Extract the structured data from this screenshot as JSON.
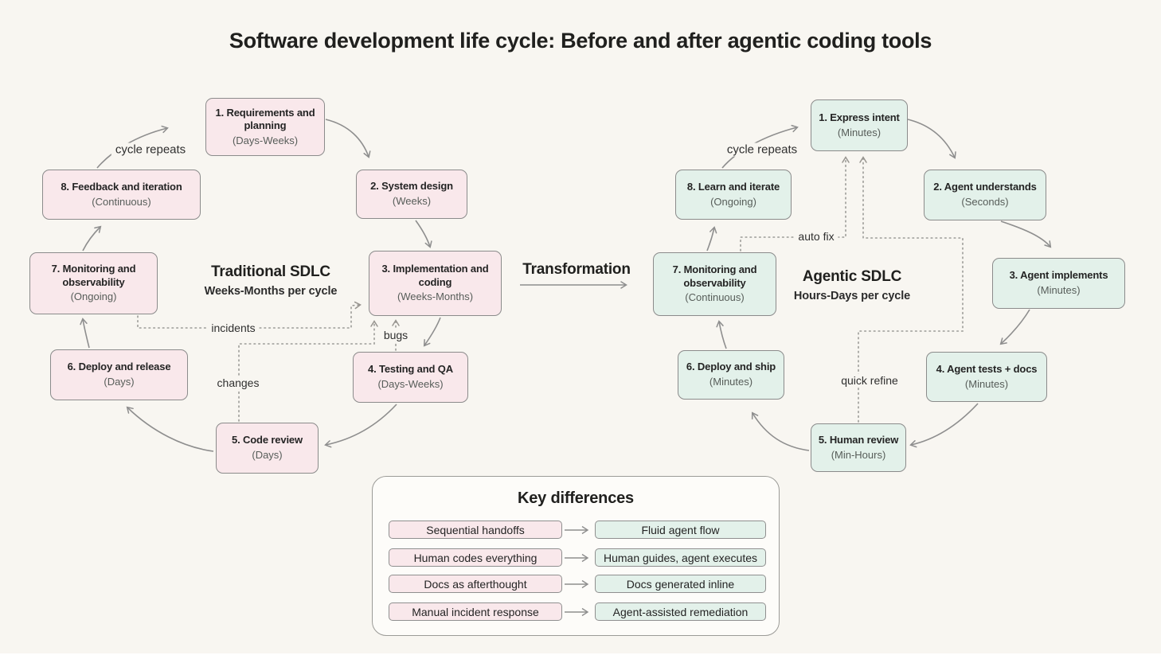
{
  "title": "Software development life cycle: Before and after agentic coding tools",
  "transformation_label": "Transformation",
  "traditional": {
    "title": "Traditional SDLC",
    "subtitle": "Weeks-Months per cycle",
    "cycle_label": "cycle repeats",
    "nodes": [
      {
        "title": "1. Requirements and planning",
        "duration": "(Days-Weeks)"
      },
      {
        "title": "2. System design",
        "duration": "(Weeks)"
      },
      {
        "title": "3. Implementation and coding",
        "duration": "(Weeks-Months)"
      },
      {
        "title": "4. Testing and QA",
        "duration": "(Days-Weeks)"
      },
      {
        "title": "5. Code review",
        "duration": "(Days)"
      },
      {
        "title": "6. Deploy and release",
        "duration": "(Days)"
      },
      {
        "title": "7. Monitoring and observability",
        "duration": "(Ongoing)"
      },
      {
        "title": "8. Feedback and iteration",
        "duration": "(Continuous)"
      }
    ],
    "feedback_labels": {
      "incidents": "incidents",
      "bugs": "bugs",
      "changes": "changes"
    }
  },
  "agentic": {
    "title": "Agentic SDLC",
    "subtitle": "Hours-Days per cycle",
    "cycle_label": "cycle repeats",
    "nodes": [
      {
        "title": "1. Express intent",
        "duration": "(Minutes)"
      },
      {
        "title": "2. Agent understands",
        "duration": "(Seconds)"
      },
      {
        "title": "3. Agent implements",
        "duration": "(Minutes)"
      },
      {
        "title": "4. Agent tests + docs",
        "duration": "(Minutes)"
      },
      {
        "title": "5. Human review",
        "duration": "(Min-Hours)"
      },
      {
        "title": "6. Deploy and ship",
        "duration": "(Minutes)"
      },
      {
        "title": "7. Monitoring and observability",
        "duration": "(Continuous)"
      },
      {
        "title": "8. Learn and iterate",
        "duration": "(Ongoing)"
      }
    ],
    "feedback_labels": {
      "auto_fix": "auto fix",
      "quick_refine": "quick refine"
    }
  },
  "key_differences": {
    "title": "Key differences",
    "rows": [
      {
        "before": "Sequential handoffs",
        "after": "Fluid agent flow"
      },
      {
        "before": "Human codes everything",
        "after": "Human guides, agent executes"
      },
      {
        "before": "Docs as afterthought",
        "after": "Docs generated inline"
      },
      {
        "before": "Manual incident response",
        "after": "Agent-assisted remediation"
      }
    ]
  },
  "colors": {
    "background": "#f8f6f1",
    "traditional_fill": "#f9e8eb",
    "agentic_fill": "#e3f1ea",
    "box_border": "#8b8b8b",
    "arrow": "#8e8e8e",
    "dotted_line": "#9b9b97",
    "text": "#20201e",
    "muted_text": "#575d59"
  }
}
